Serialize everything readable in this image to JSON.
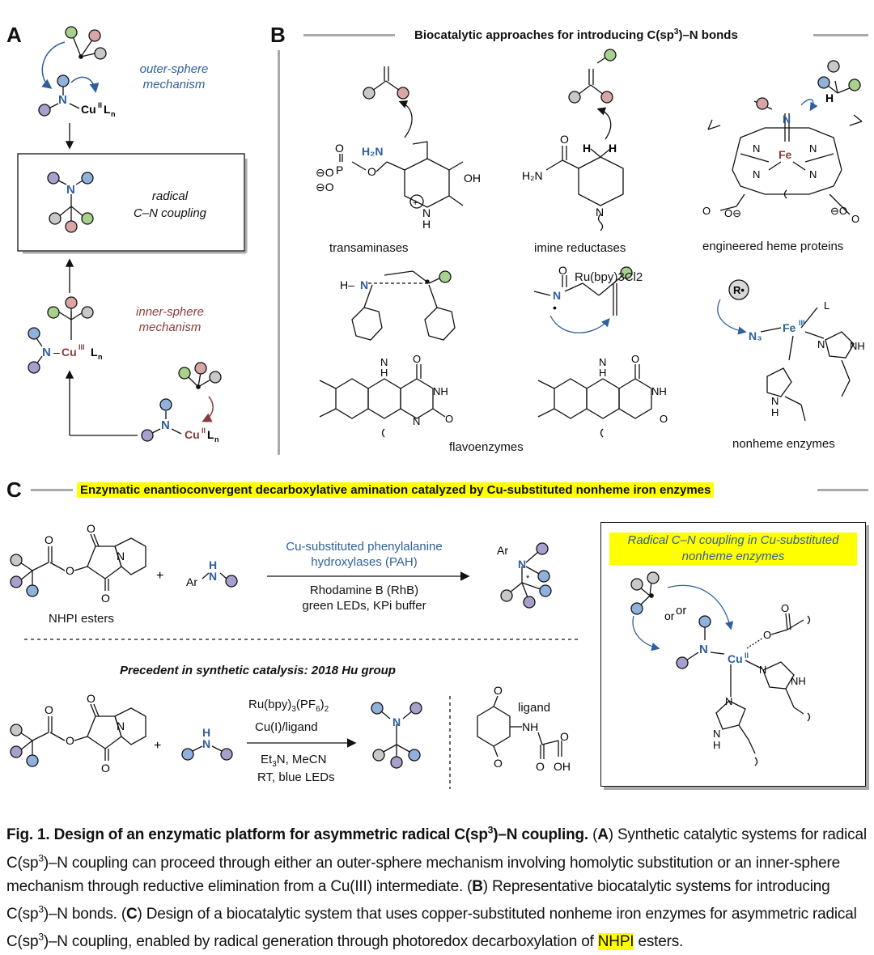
{
  "panelA": {
    "letter": "A",
    "outer_label": "outer-sphere\nmechanism",
    "inner_label": "inner-sphere\nmechanism",
    "box_label": "radical\nC–N coupling",
    "cu2_top": "Cu",
    "cu3": "Cu",
    "cu2_bottom": "Cu"
  },
  "panelB": {
    "letter": "B",
    "title": "Biocatalytic approaches for introducing C(sp3)–N bonds",
    "labels": {
      "transaminases": "transaminases",
      "imine_reductases": "imine reductases",
      "heme": "engineered heme proteins",
      "flavo": "flavoenzymes",
      "nonheme": "nonheme enzymes",
      "ru": "Ru(bpy)3Cl2"
    }
  },
  "panelC": {
    "letter": "C",
    "title": "Enzymatic enantioconvergent decarboxylative amination catalyzed by Cu-substituted nonheme iron enzymes",
    "catalyst": "Cu-substituted phenylalanine\nhydroxylases (PAH)",
    "conditions": "Rhodamine B (RhB)\ngreen LEDs, KPi buffer",
    "nhpi": "NHPI esters",
    "plus": "+",
    "precedent": "Precedent in synthetic catalysis: 2018 Hu group",
    "ru2": "Ru(bpy)3(PF6)2",
    "cu_ligand": "Cu(I)/ligand",
    "et3n": "Et3N, MeCN",
    "rt": "RT, blue LEDs",
    "ligand": "ligand",
    "box_title": "Radical C–N coupling in Cu-substituted\nnonheme enzymes",
    "or": "or"
  },
  "caption": {
    "bold": "Fig. 1. Design of an enzymatic platform for asymmetric radical C(sp3)–N coupling.",
    "text": "(A) Synthetic catalytic systems for radical C(sp3)–N coupling can proceed through either an outer-sphere mechanism involving homolytic substitution or an inner-sphere mechanism through reductive elimination from a Cu(III) intermediate. (B) Representative biocatalytic systems for introducing C(sp3)–N bonds. (C) Design of a biocatalytic system that uses copper-substituted nonheme iron enzymes for asymmetric radical C(sp3)–N coupling, enabled by radical generation through photoredox decarboxylation of NHPI esters."
  },
  "colors": {
    "purple": "#a7a0cc",
    "blue": "#8fb1dc",
    "green": "#a9d18e",
    "red": "#d9a6a6",
    "gray": "#c8c8c8",
    "highlight": "#ffff00",
    "arrow_blue": "#2f5f9e",
    "arrow_red": "#8a3b3b"
  }
}
